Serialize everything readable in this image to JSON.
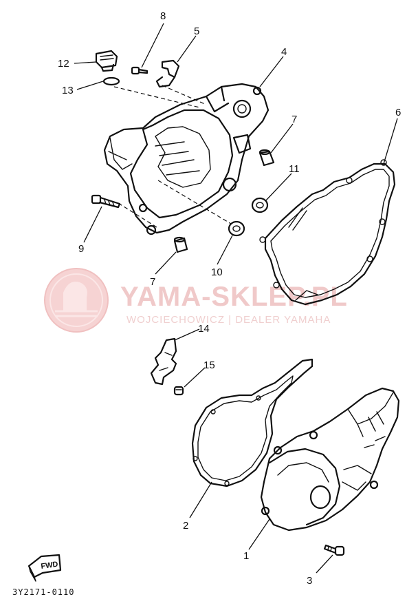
{
  "callouts": [
    {
      "id": "8",
      "label": "8"
    },
    {
      "id": "5",
      "label": "5"
    },
    {
      "id": "4",
      "label": "4"
    },
    {
      "id": "12",
      "label": "12"
    },
    {
      "id": "13",
      "label": "13"
    },
    {
      "id": "7a",
      "label": "7"
    },
    {
      "id": "6",
      "label": "6"
    },
    {
      "id": "11",
      "label": "11"
    },
    {
      "id": "9",
      "label": "9"
    },
    {
      "id": "10",
      "label": "10"
    },
    {
      "id": "7b",
      "label": "7"
    },
    {
      "id": "14",
      "label": "14"
    },
    {
      "id": "15",
      "label": "15"
    },
    {
      "id": "2",
      "label": "2"
    },
    {
      "id": "1",
      "label": "1"
    },
    {
      "id": "3",
      "label": "3"
    }
  ],
  "fwd_label": "FWD",
  "diagram_code": "3Y2171-0110",
  "watermark": {
    "title": "YAMA-SKLEP.PL",
    "subtitle": "WOJCIECHOWICZ | DEALER YAMAHA",
    "logo_color": "#f3c6c6"
  }
}
